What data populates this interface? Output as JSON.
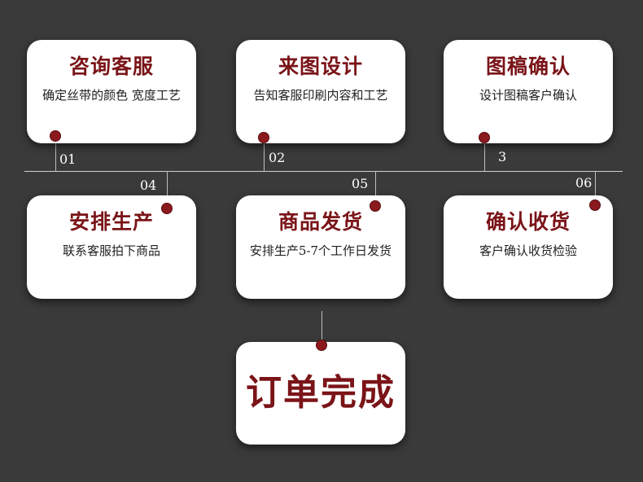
{
  "steps": [
    {
      "title": "咨询客服",
      "desc": "确定丝带的颜色 宽度工艺",
      "number": "01"
    },
    {
      "title": "来图设计",
      "desc": "告知客服印刷内容和工艺",
      "number": "02"
    },
    {
      "title": "图稿确认",
      "desc": "设计图稿客户确认",
      "number": "3"
    },
    {
      "title": "安排生产",
      "desc": "联系客服拍下商品",
      "number": "04"
    },
    {
      "title": "商品发货",
      "desc": "安排生产5-7个工作日发货",
      "number": "05"
    },
    {
      "title": "确认收货",
      "desc": "客户确认收货检验",
      "number": "06"
    }
  ],
  "final": {
    "title": "订单完成"
  },
  "colors": {
    "background": "#3a3a3a",
    "accent": "#7a1418",
    "dot": "#8b1a1f"
  }
}
